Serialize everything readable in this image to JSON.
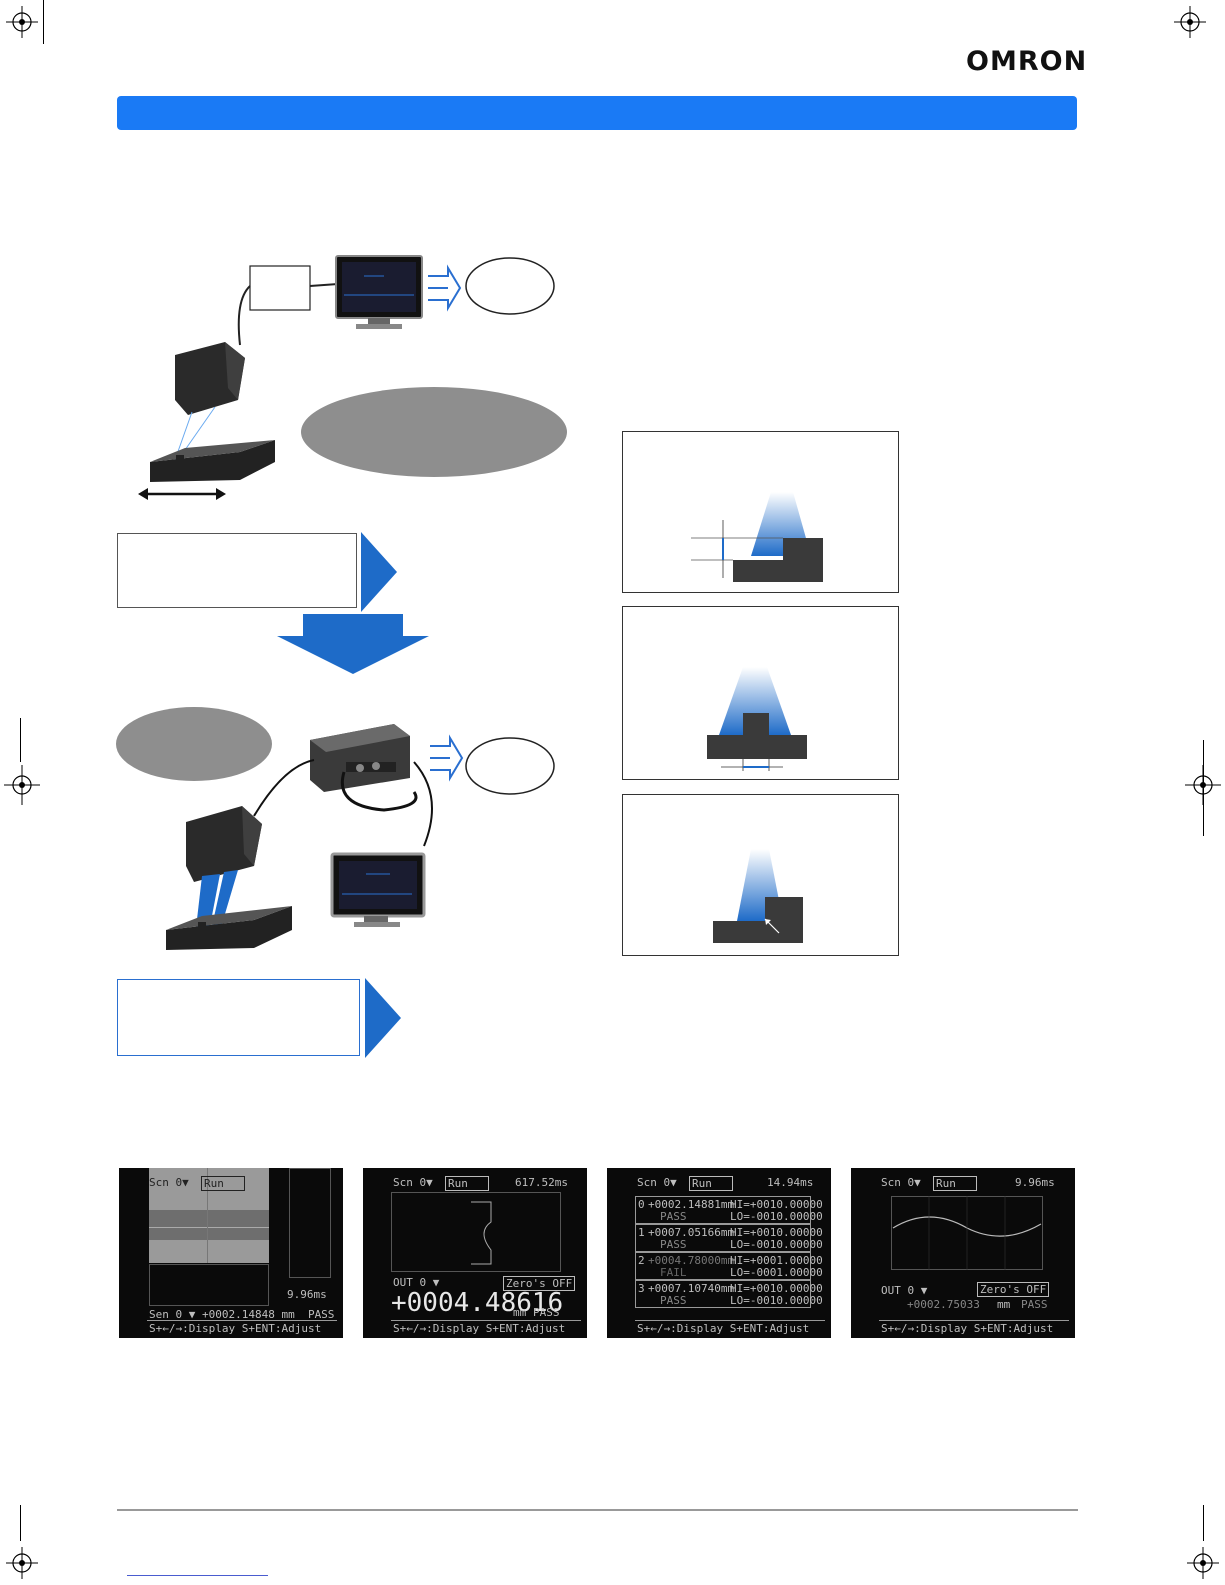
{
  "header": {
    "logo_text": "OMRON",
    "accent_color": "#1a7af5"
  },
  "screens": [
    {
      "scene": "Scn 0▼",
      "mode": "Run",
      "time": "9.96ms",
      "sensor_line": "Sen 0 ▼ +0002.14848 mm  PASS",
      "help": "S+←/→:Display S+ENT:Adjust"
    },
    {
      "scene": "Scn 0▼",
      "mode": "Run",
      "time": "617.52ms",
      "out": "OUT 0 ▼",
      "zero": "Zero's OFF",
      "value": "+0004.48616",
      "unit": "mm",
      "status": "PASS",
      "help": "S+←/→:Display S+ENT:Adjust"
    },
    {
      "scene": "Scn 0▼",
      "mode": "Run",
      "time": "14.94ms",
      "rows": [
        {
          "idx": "0",
          "value": "+0002.14881mm",
          "status": "PASS",
          "hi": "HI=+0010.00000",
          "lo": "LO=-0010.00000"
        },
        {
          "idx": "1",
          "value": "+0007.05166mm",
          "status": "PASS",
          "hi": "HI=+0010.00000",
          "lo": "LO=-0010.00000"
        },
        {
          "idx": "2",
          "value": "+0004.78000mm",
          "status": "FAIL",
          "hi": "HI=+0001.00000",
          "lo": "LO=-0001.00000"
        },
        {
          "idx": "3",
          "value": "+0007.10740mm",
          "status": "PASS",
          "hi": "HI=+0010.00000",
          "lo": "LO=-0010.00000"
        }
      ],
      "help": "S+←/→:Display S+ENT:Adjust"
    },
    {
      "scene": "Scn 0▼",
      "mode": "Run",
      "time": "9.96ms",
      "out": "OUT 0 ▼",
      "zero": "Zero's OFF",
      "value": "+0002.75033",
      "unit": "mm",
      "status": "PASS",
      "help": "S+←/→:Display S+ENT:Adjust"
    }
  ]
}
